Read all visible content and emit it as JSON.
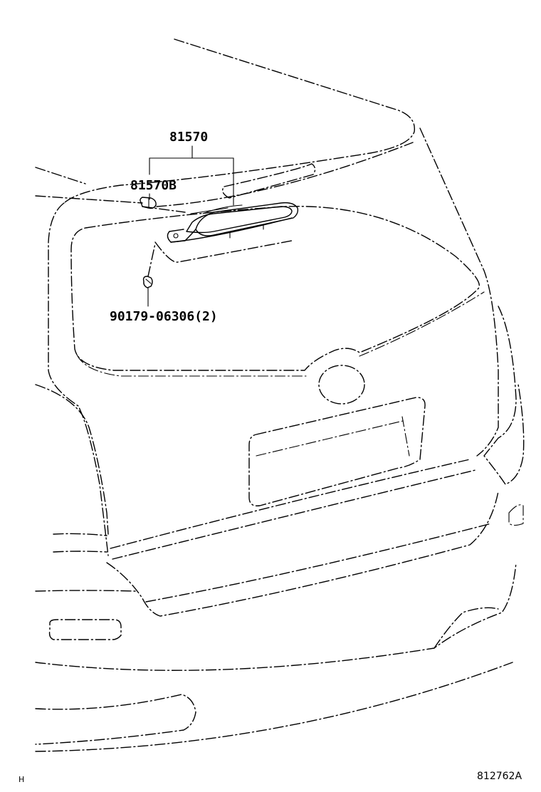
{
  "parts": {
    "assembly": "81570",
    "bulb": "81570B",
    "screw": "90179-06306(2)"
  },
  "figure_code": "812762A",
  "corner_mark": "H"
}
